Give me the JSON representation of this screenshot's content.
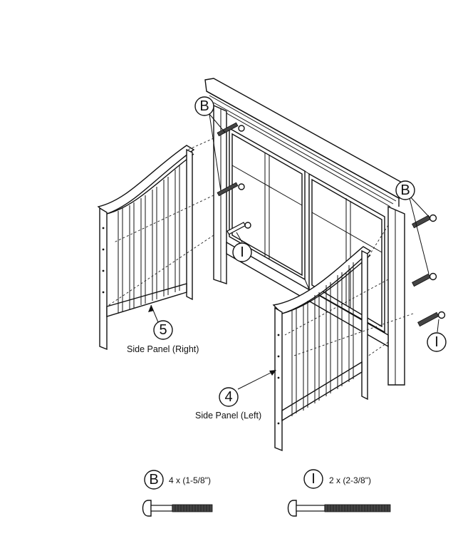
{
  "callouts": {
    "b_top": "B",
    "b_right": "B",
    "i_left": "I",
    "i_right": "I",
    "five": "5",
    "four": "4"
  },
  "panels": {
    "right_label": "Side Panel (Right)",
    "left_label": "Side Panel (Left)"
  },
  "hardware": [
    {
      "letter": "B",
      "quantity": "4 x (1-5/8\")"
    },
    {
      "letter": "I",
      "quantity": "2 x (2-3/8\")"
    }
  ]
}
